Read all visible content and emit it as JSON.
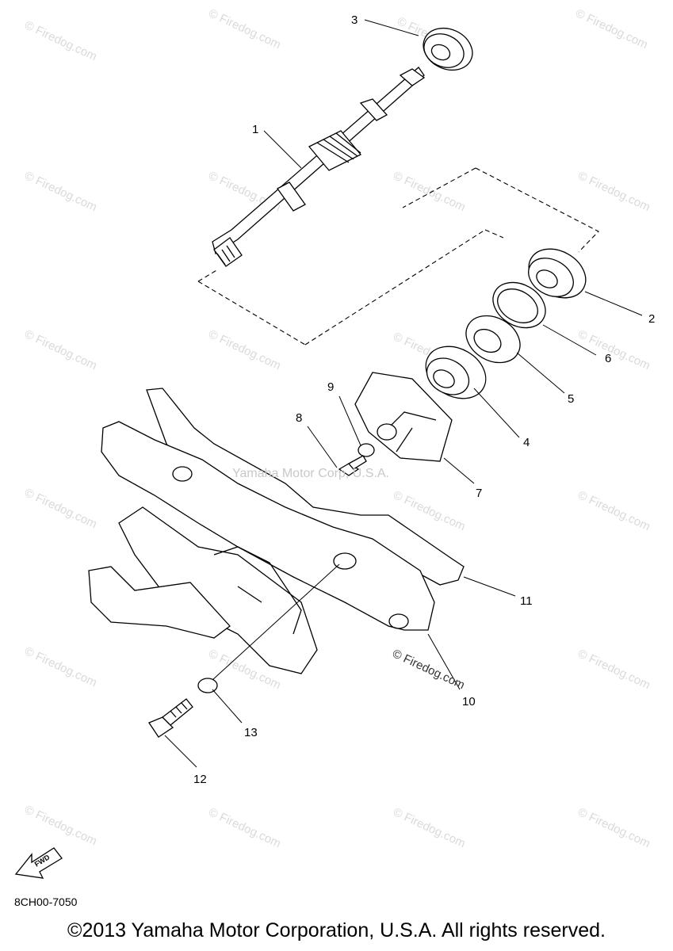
{
  "watermark": "© Firedog.com",
  "dark_watermark": "© Firedog.com",
  "center_watermark": "Yamaha Motor Corp, U.S.A.",
  "diagram_code": "8CH00-7050",
  "fwd_label": "FWD",
  "copyright": "©2013 Yamaha Motor Corporation, U.S.A. All rights reserved.",
  "callouts": {
    "c1": "1",
    "c2": "2",
    "c3": "3",
    "c4": "4",
    "c5": "5",
    "c6": "6",
    "c7": "7",
    "c8": "8",
    "c9": "9",
    "c10": "10",
    "c11": "11",
    "c12": "12",
    "c13": "13"
  }
}
